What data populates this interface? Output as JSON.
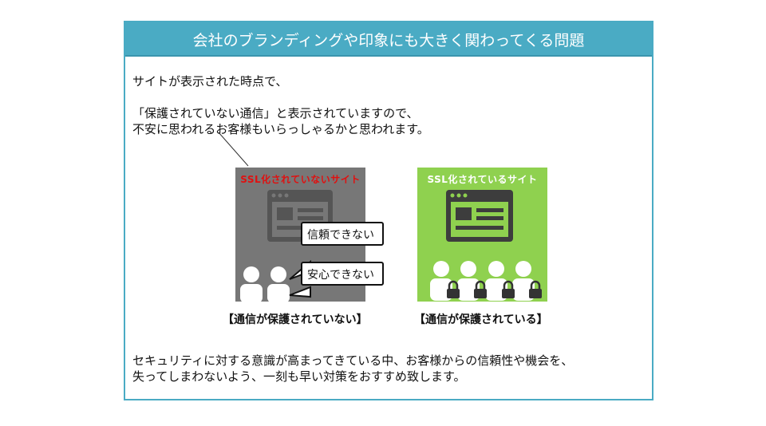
{
  "header": {
    "title": "会社のブランディングや印象にも大きく関わってくる問題"
  },
  "intro": {
    "line1": "サイトが表示された時点で、",
    "line2": "「保護されていない通信」と表示されていますので、",
    "line3": "不安に思われるお客様もいらっしゃるかと思われます。"
  },
  "panels": {
    "unsecured": {
      "title": "SSL化されていないサイト",
      "bubbles": [
        "信頼できない",
        "安心できない"
      ],
      "caption": "【通信が保護されていない】",
      "bg_color": "#777777",
      "title_color": "#e01010"
    },
    "secured": {
      "title": "SSL化されているサイト",
      "caption": "【通信が保護されている】",
      "bg_color": "#8fd14f",
      "title_color": "#ffffff"
    }
  },
  "closing": {
    "line1": "セキュリティに対する意識が高まってきている中、お客様からの信頼性や機会を、",
    "line2": "失ってしまわないよう、一刻も早い対策をおすすめ致します。"
  },
  "colors": {
    "accent": "#4aabc4"
  }
}
